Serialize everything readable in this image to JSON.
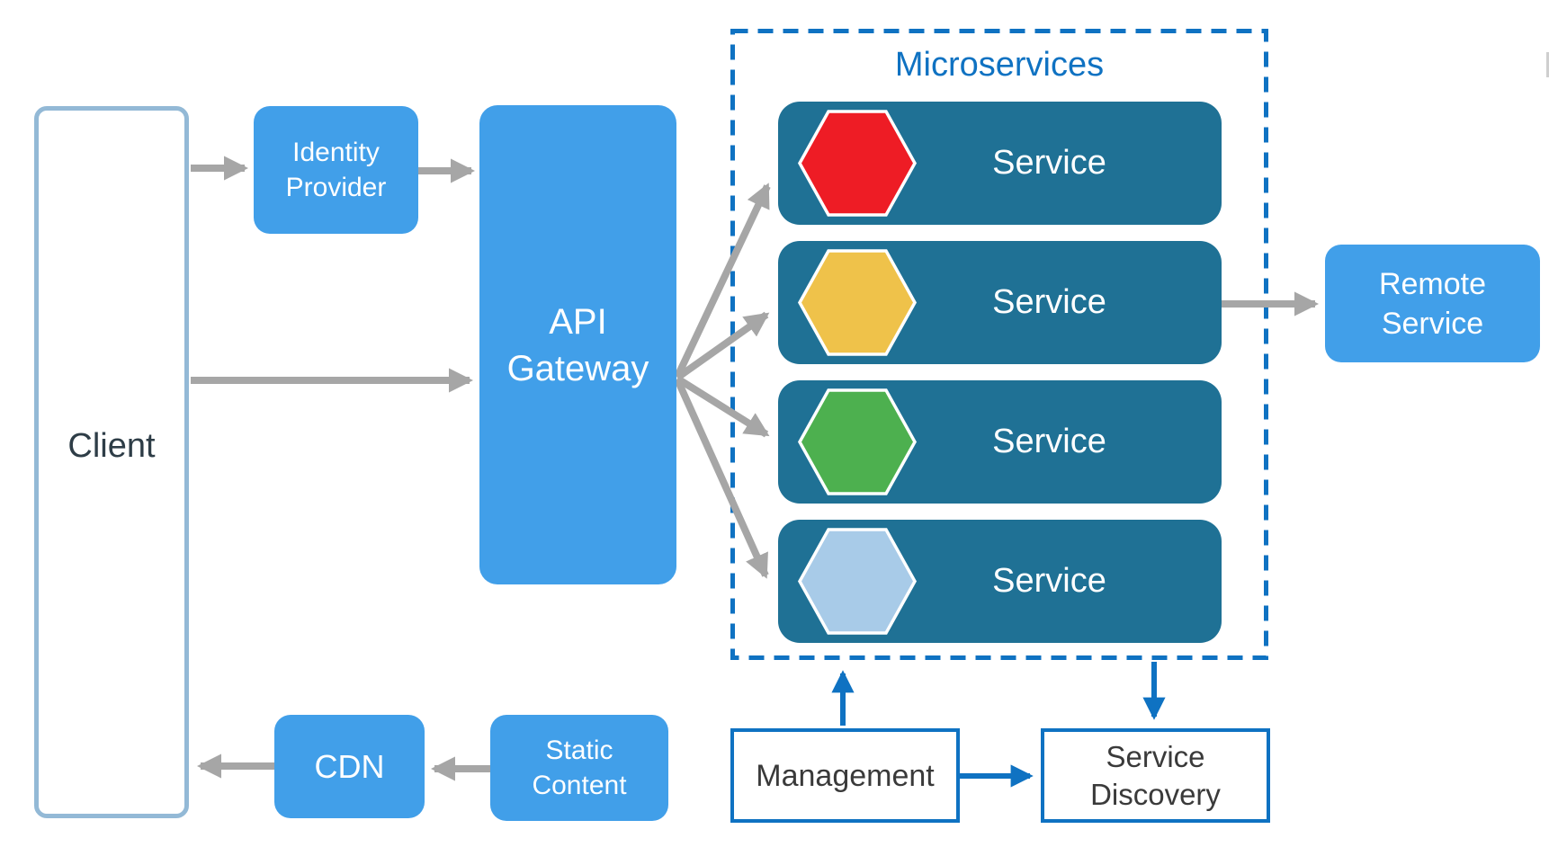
{
  "diagram": {
    "nodes": {
      "client": {
        "label": "Client"
      },
      "identity_provider": {
        "label": "Identity Provider"
      },
      "api_gateway": {
        "label": "API Gateway"
      },
      "remote_service": {
        "label": "Remote Service"
      },
      "cdn": {
        "label": "CDN"
      },
      "static_content": {
        "label": "Static Content"
      },
      "management": {
        "label": "Management"
      },
      "service_discovery": {
        "label": "Service Discovery"
      }
    },
    "microservices": {
      "title": "Microservices",
      "services": [
        {
          "label": "Service",
          "hex_name": "red-hexagon",
          "hex_color": "#ee1c25"
        },
        {
          "label": "Service",
          "hex_name": "yellow-hexagon",
          "hex_color": "#efc24a"
        },
        {
          "label": "Service",
          "hex_name": "green-hexagon",
          "hex_color": "#4db04f"
        },
        {
          "label": "Service",
          "hex_name": "light-blue-hexagon",
          "hex_color": "#a8cbe8"
        }
      ]
    },
    "connections": [
      {
        "from": "Client",
        "to": "Identity Provider",
        "color": "gray"
      },
      {
        "from": "Identity Provider",
        "to": "API Gateway",
        "color": "gray"
      },
      {
        "from": "Client",
        "to": "API Gateway",
        "color": "gray"
      },
      {
        "from": "API Gateway",
        "to": "Service (red)",
        "color": "gray"
      },
      {
        "from": "API Gateway",
        "to": "Service (yellow)",
        "color": "gray"
      },
      {
        "from": "API Gateway",
        "to": "Service (green)",
        "color": "gray"
      },
      {
        "from": "API Gateway",
        "to": "Service (light blue)",
        "color": "gray"
      },
      {
        "from": "Service (yellow)",
        "to": "Remote Service",
        "color": "gray"
      },
      {
        "from": "Static Content",
        "to": "CDN",
        "color": "gray"
      },
      {
        "from": "CDN",
        "to": "Client",
        "color": "gray"
      },
      {
        "from": "Management",
        "to": "Microservices",
        "color": "blue"
      },
      {
        "from": "Microservices",
        "to": "Service Discovery",
        "color": "blue"
      },
      {
        "from": "Management",
        "to": "Service Discovery",
        "color": "blue"
      }
    ],
    "colors": {
      "accent_blue": "#0f72c2",
      "node_blue": "#419fe9",
      "service_teal": "#1f7195",
      "arrow_gray": "#a6a6a6",
      "client_border": "#93b9d6",
      "client_text": "#2e3d47",
      "dark_text": "#3a3a3a",
      "background": "#ffffff"
    }
  }
}
